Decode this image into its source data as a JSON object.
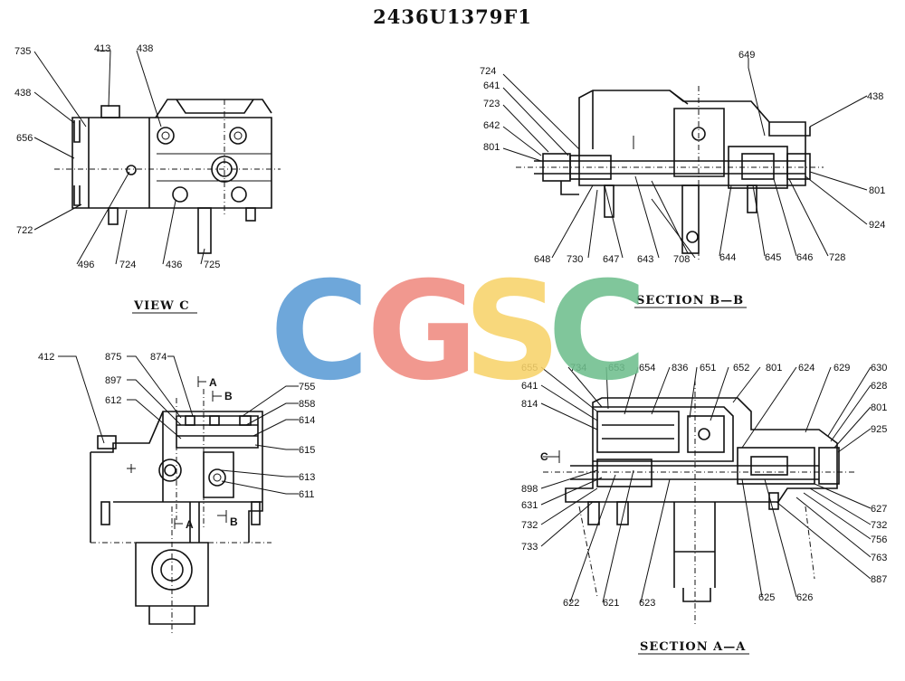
{
  "drawing_number": "2436U1379F1",
  "watermark": {
    "letters": [
      "C",
      "G",
      "S",
      "C"
    ],
    "colors": [
      "#5b9bd5",
      "#f08a80",
      "#f8d36a",
      "#6fbf8e"
    ]
  },
  "views": {
    "view_c": {
      "caption": "VIEW  C",
      "labels": [
        "735",
        "413",
        "438",
        "438",
        "656",
        "722",
        "496",
        "724",
        "436",
        "725"
      ]
    },
    "section_b": {
      "caption": "SECTION  B—B",
      "labels": [
        "724",
        "641",
        "723",
        "642",
        "801",
        "648",
        "730",
        "647",
        "643",
        "708",
        "644",
        "645",
        "646",
        "728",
        "649",
        "438",
        "801",
        "924"
      ]
    },
    "side_view": {
      "labels": [
        "412",
        "875",
        "874",
        "897",
        "612",
        "755",
        "858",
        "614",
        "615",
        "613",
        "611"
      ],
      "marks": [
        "A",
        "B",
        "A",
        "B"
      ]
    },
    "section_a": {
      "caption": "SECTION  A—A",
      "view_marker": "C",
      "labels": [
        "655",
        "734",
        "653",
        "654",
        "836",
        "651",
        "652",
        "801",
        "624",
        "629",
        "630",
        "641",
        "628",
        "814",
        "801",
        "925",
        "898",
        "631",
        "732",
        "733",
        "622",
        "621",
        "623",
        "625",
        "626",
        "627",
        "732",
        "756",
        "763",
        "887"
      ]
    }
  }
}
